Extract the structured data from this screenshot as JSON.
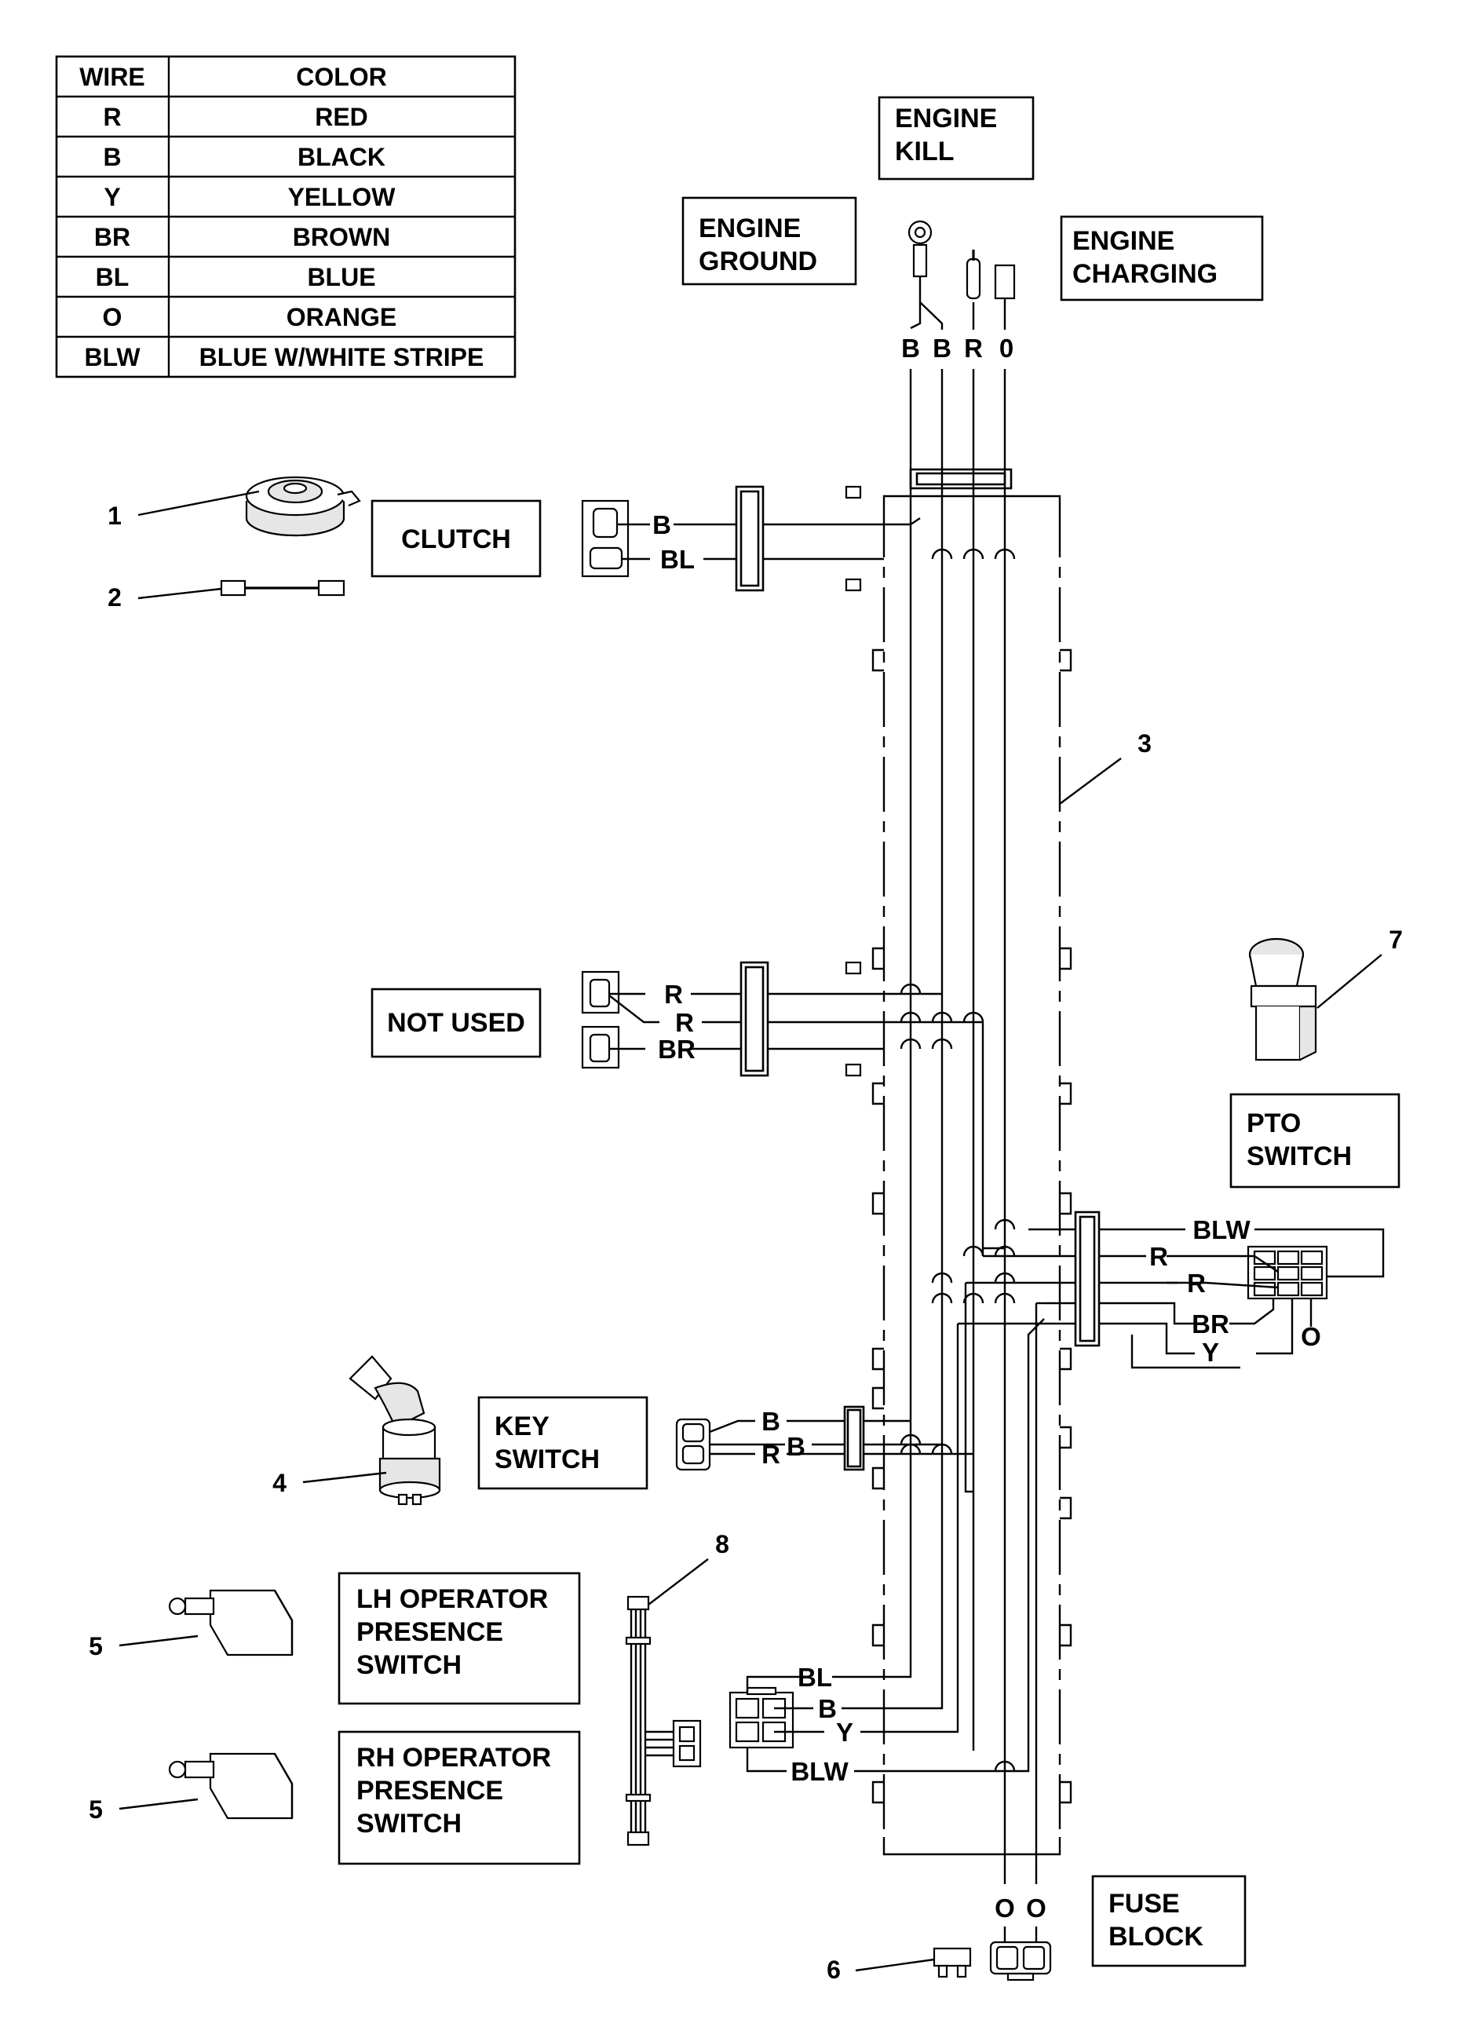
{
  "legend": {
    "headers": [
      "WIRE",
      "COLOR"
    ],
    "rows": [
      [
        "R",
        "RED"
      ],
      [
        "B",
        "BLACK"
      ],
      [
        "Y",
        "YELLOW"
      ],
      [
        "BR",
        "BROWN"
      ],
      [
        "BL",
        "BLUE"
      ],
      [
        "O",
        "ORANGE"
      ],
      [
        "BLW",
        "BLUE W/WHITE STRIPE"
      ]
    ]
  },
  "labels": {
    "engine_kill": [
      "ENGINE",
      "KILL"
    ],
    "engine_ground": [
      "ENGINE",
      "GROUND"
    ],
    "engine_charging": [
      "ENGINE",
      "CHARGING"
    ],
    "clutch": "CLUTCH",
    "not_used": "NOT USED",
    "pto_switch": [
      "PTO",
      "SWITCH"
    ],
    "key_switch": [
      "KEY",
      "SWITCH"
    ],
    "lh_operator": [
      "LH OPERATOR",
      "PRESENCE",
      "SWITCH"
    ],
    "rh_operator": [
      "RH OPERATOR",
      "PRESENCE",
      "SWITCH"
    ],
    "fuse_block": [
      "FUSE",
      "BLOCK"
    ]
  },
  "wires": {
    "engine_top": [
      "B",
      "B",
      "R",
      "0"
    ],
    "clutch": [
      "B",
      "BL"
    ],
    "not_used": [
      "R",
      "R",
      "BR"
    ],
    "pto": [
      "BLW",
      "R",
      "R",
      "BR",
      "Y",
      "O"
    ],
    "key": [
      "B",
      "B",
      "R"
    ],
    "operator": [
      "BL",
      "B",
      "Y",
      "BLW"
    ],
    "fuse": [
      "O",
      "O"
    ]
  },
  "callouts": [
    "1",
    "2",
    "3",
    "4",
    "5",
    "5",
    "6",
    "7",
    "8"
  ]
}
